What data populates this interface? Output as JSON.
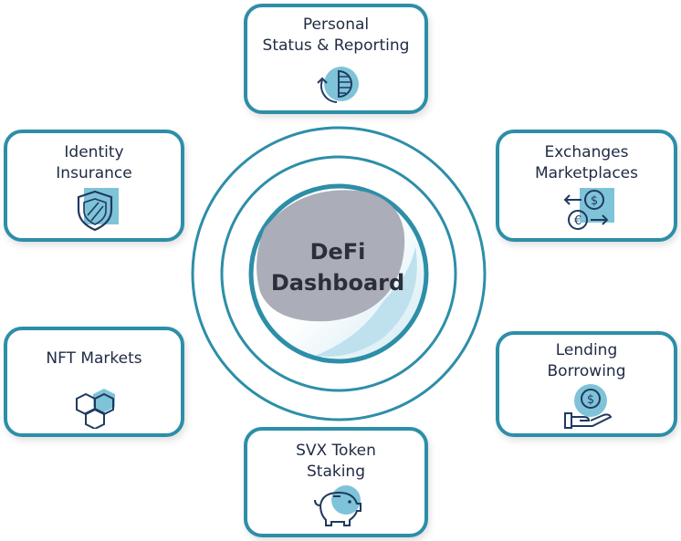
{
  "hub": {
    "line1": "DeFi",
    "line2": "Dashboard"
  },
  "cards": {
    "personal": {
      "label": "Personal\nStatus & Reporting",
      "icon": "chart-cycle-icon"
    },
    "identity": {
      "label": "Identity\nInsurance",
      "icon": "shield-icon"
    },
    "exchanges": {
      "label": "Exchanges\nMarketplaces",
      "icon": "currency-exchange-icon"
    },
    "nft": {
      "label": "NFT Markets",
      "icon": "hexagons-icon"
    },
    "lending": {
      "label": "Lending\nBorrowing",
      "icon": "hand-coin-icon"
    },
    "svx": {
      "label": "SVX Token\nStaking",
      "icon": "piggy-bank-icon"
    }
  },
  "colors": {
    "border": "#2d8ea8",
    "icon_fill": "#7fc3d8",
    "icon_stroke": "#1f3a5f",
    "hub_gray": "#a7aab5"
  }
}
